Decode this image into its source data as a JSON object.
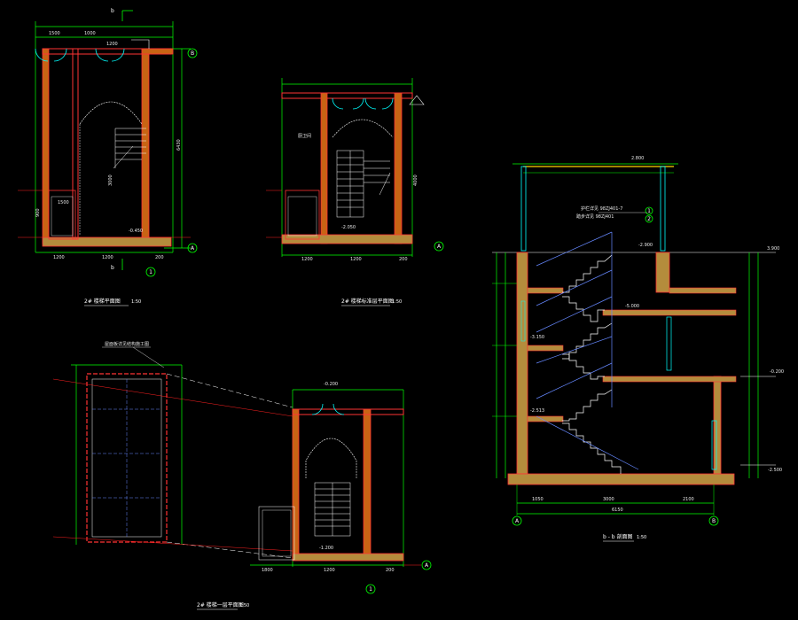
{
  "colors": {
    "background": "#000000",
    "dimension": "#00ff00",
    "wall": "#ff3333",
    "wall_fill": "#c86414",
    "wall_fill_alt": "#b48c3c",
    "door": "#00ffff",
    "stair": "#ffffff",
    "center_line": "#ff2020",
    "text": "#ffffff",
    "hatch": "#6688ff",
    "grid_bubble": "#00ff00"
  },
  "views": {
    "plan1": {
      "title": "2# 楼梯平面图",
      "scale": "1:50",
      "grid_bottom": "1",
      "grid_right_top": "B",
      "grid_right_bottom": "A",
      "section_mark": "b",
      "dims_top": [
        "1500",
        "1000",
        "1200"
      ],
      "dims_bottom": [
        "1200",
        "1200",
        "200"
      ],
      "dim_right": "6430",
      "dim_inner": "3000",
      "note": "-0.450"
    },
    "plan2": {
      "title": "2# 楼梯标准层平面图",
      "scale": "1:50",
      "grid_right_bottom": "A",
      "dims_bottom": [
        "1200",
        "1200",
        "200"
      ],
      "level": "-2.050",
      "dim_right": "4000"
    },
    "plan3": {
      "title": "2# 楼梯一层平面图",
      "scale": "1:50",
      "grid_bottom": "1",
      "grid_right": "A",
      "note_top": "屋面板详见结构施工图",
      "level_top": "-0.200",
      "level_a": "-1.200",
      "dims_bottom": [
        "1800",
        "1200",
        "200"
      ]
    },
    "section": {
      "title": "b - b 剖面图",
      "scale": "1:50",
      "grid_left": "A",
      "grid_right": "B",
      "level_top": "3.900",
      "level_mid": "-0.200",
      "level_low": "-2.500",
      "level_a": "-2.900",
      "level_b": "-5.000",
      "level_c": "-3.150",
      "level_d": "-2.513",
      "top_dim": "2.800",
      "dims_bottom": [
        "1050",
        "3000",
        "2100"
      ],
      "dim_total": "6150",
      "note_1": "护栏详见 98ZJ401-7",
      "note_2": "踏步详见 98ZJ401",
      "tag_1": "1",
      "tag_2": "2"
    }
  }
}
